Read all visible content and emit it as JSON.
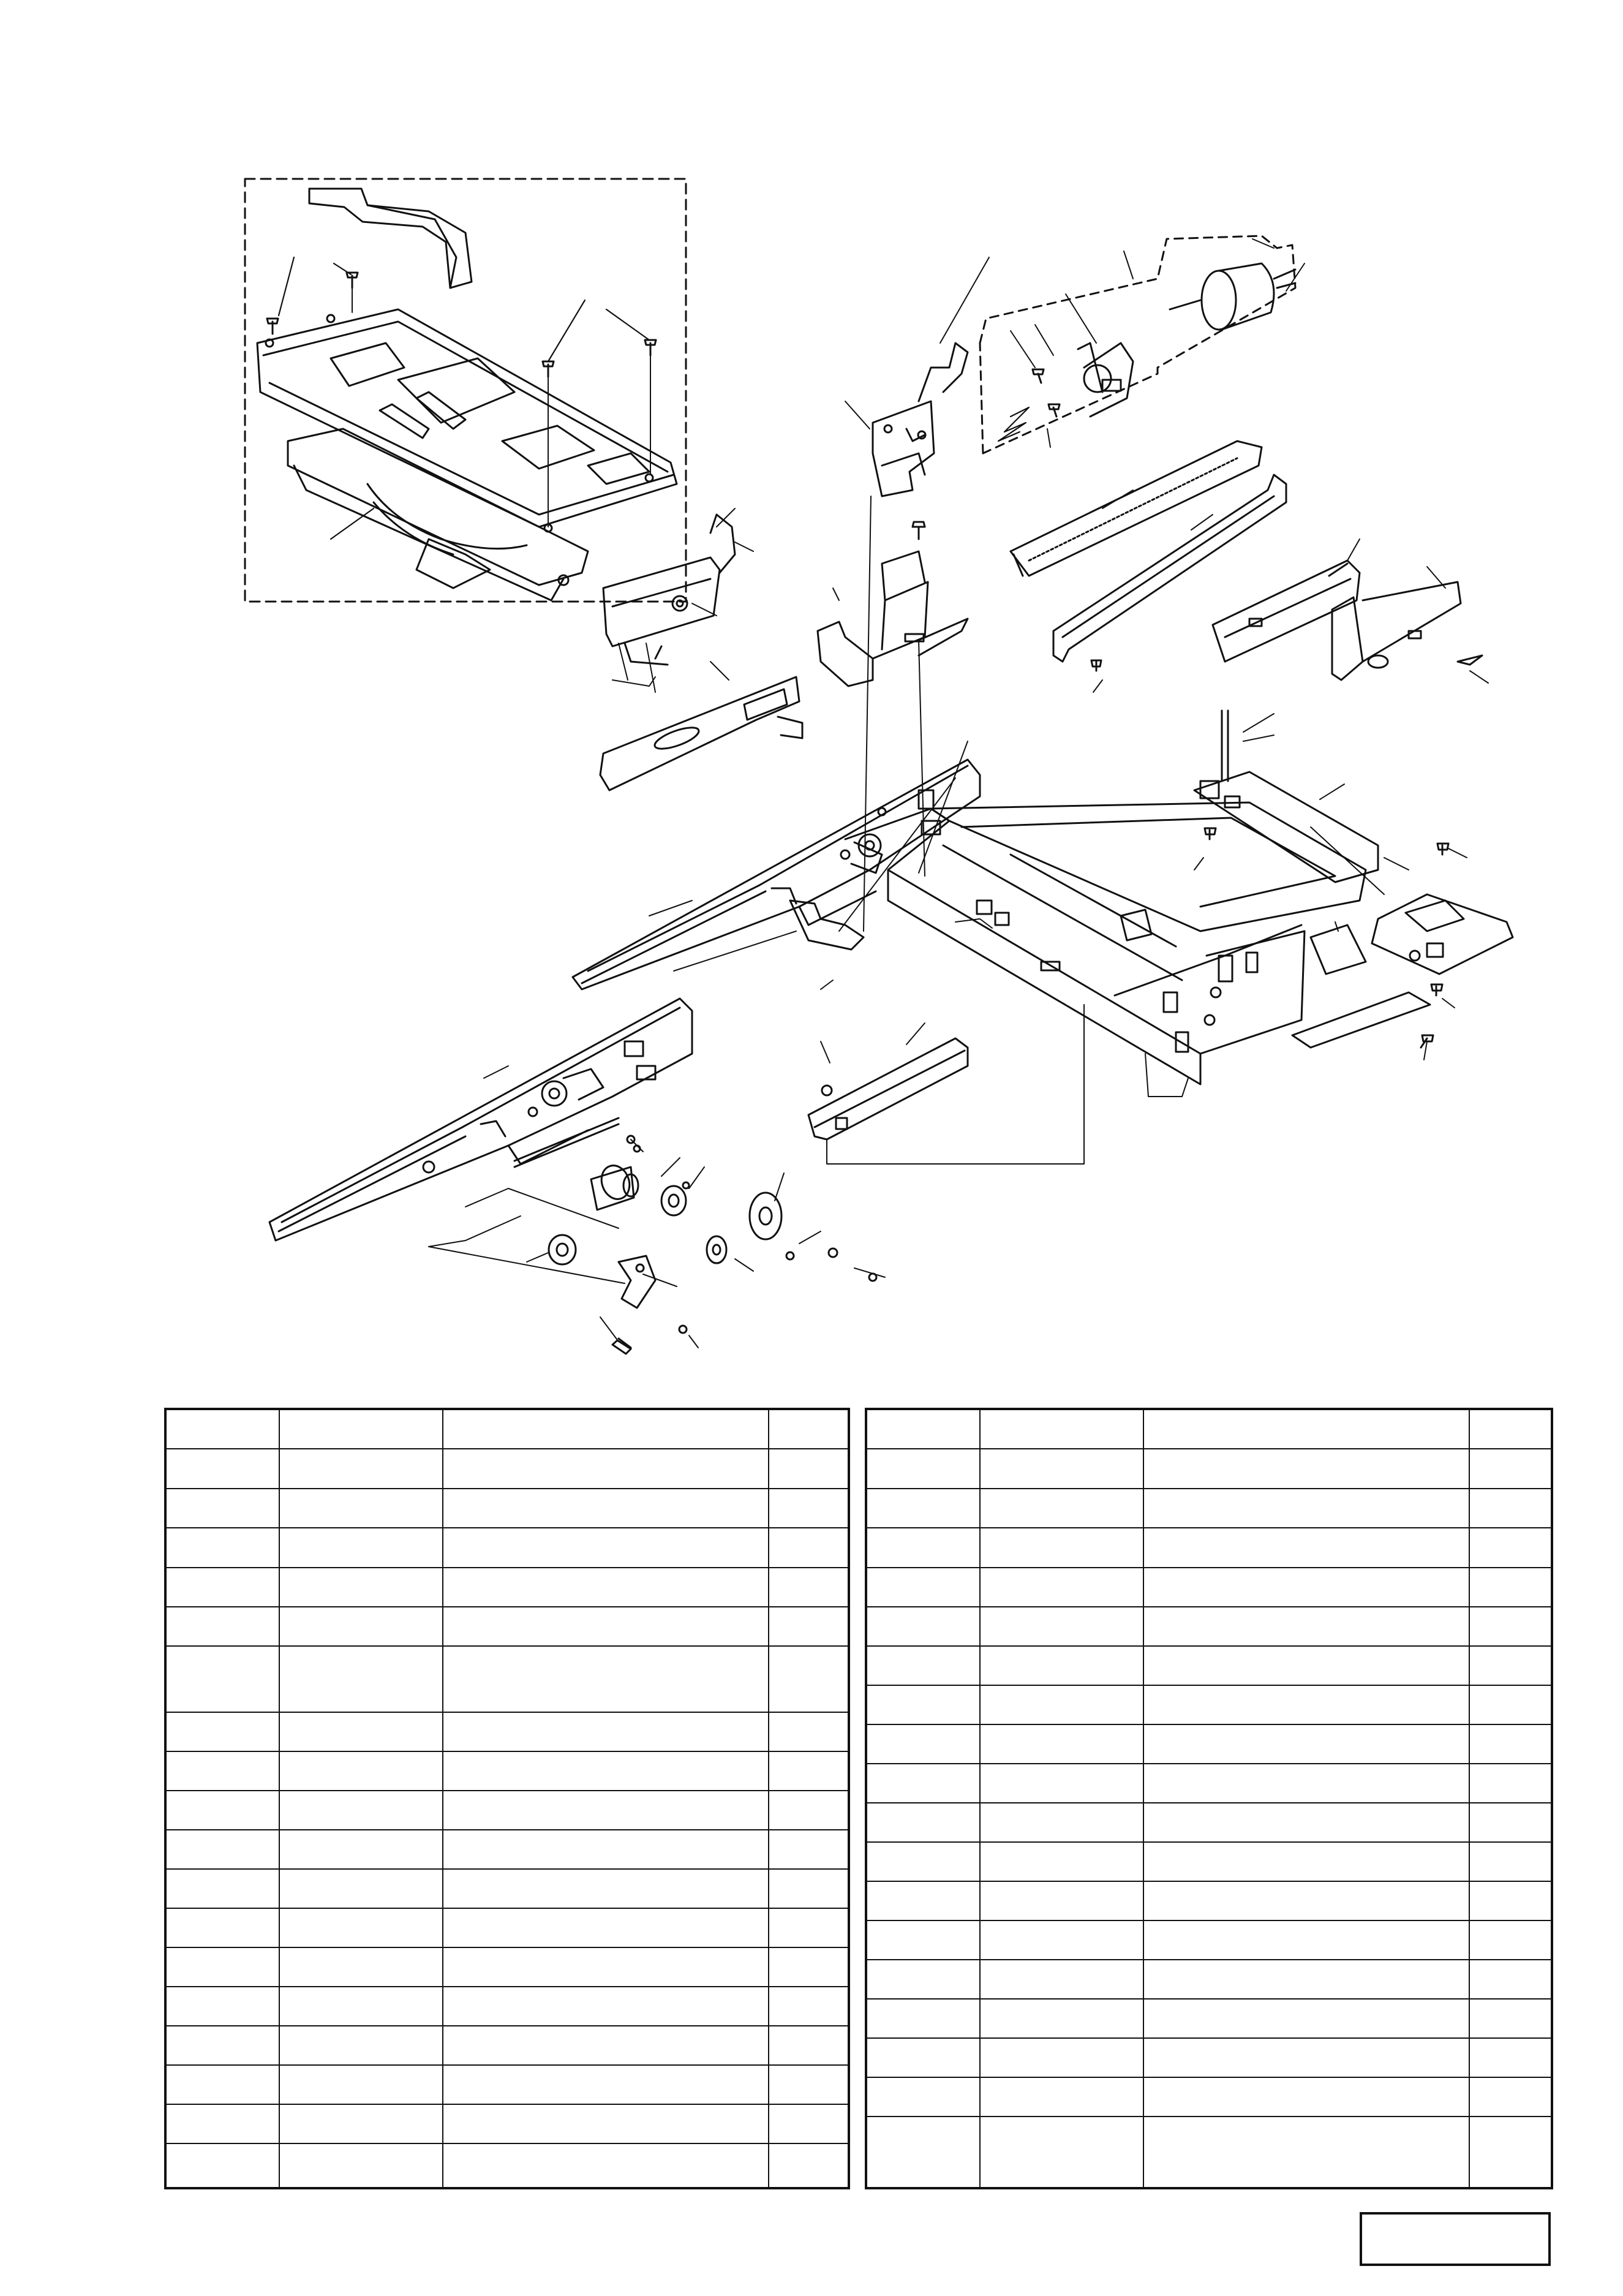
{
  "document": {
    "type": "exploded-view parts list",
    "printed_text": []
  },
  "parts_table_left": {
    "columns": 4,
    "rows": 18,
    "tall_rows": [
      7
    ],
    "cells_filled": false
  },
  "parts_table_right": {
    "columns": 4,
    "rows": 18,
    "tall_rows": [
      18
    ],
    "cells_filled": false
  },
  "page_number_box": {
    "text": ""
  },
  "colors": {
    "ink": "#111111",
    "paper": "#ffffff"
  }
}
